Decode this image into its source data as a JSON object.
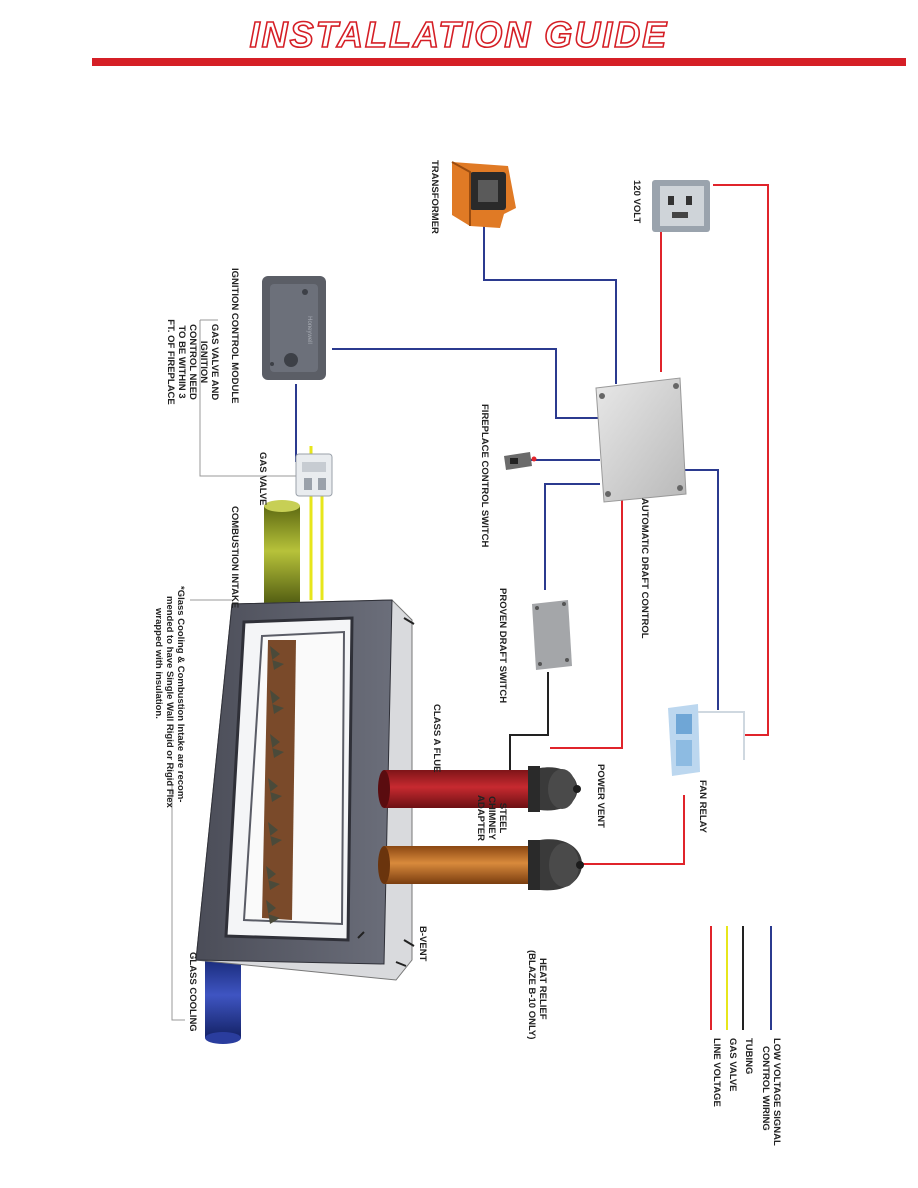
{
  "header": {
    "title": "INSTALLATION GUIDE"
  },
  "colors": {
    "brand_red": "#d51f26",
    "low_voltage": "#2b3a8f",
    "tubing": "#222222",
    "gas": "#e7e61b",
    "line_voltage": "#e0242b"
  },
  "labels": {
    "transformer": "TRANSFORMER",
    "volt120": "120 VOLT",
    "ignition_module": "IGNITION CONTROL MODULE",
    "gas_note": [
      "GAS VALVE AND",
      "IGNITION",
      "CONTROL NEED",
      "TO BE WITHIN 3",
      "FT. OF FIREPLACE"
    ],
    "gas_valve": "GAS VALVE",
    "fireplace_switch": "FIREPLACE CONTROL SWITCH",
    "draft_control": "AUTOMATIC DRAFT CONTROL",
    "combustion_intake": "COMBUSTION INTAKE",
    "glass_note": [
      "*Glass Cooling & Combustion Intake are recom-",
      "mended to have Single Wall Rigid or Rigid Flex",
      "wrapped with insulation."
    ],
    "proven_draft": "PROVEN DRAFT SWITCH",
    "class_a_flue": "CLASS A FLUE",
    "power_vent": "POWER VENT",
    "steel_adapter": [
      "STEEL",
      "CHIMNEY",
      "ADAPTER"
    ],
    "fan_relay": "FAN RELAY",
    "b_vent": "B-VENT",
    "heat_relief": [
      "HEAT RELIEF",
      "(BLAZE B-10 ONLY)"
    ],
    "glass_cooling": "GLASS COOLING",
    "module_brand": "Honeywell"
  },
  "legend": [
    {
      "label": [
        "LOW VOLTAGE SIGNAL",
        "CONTROL WIRING"
      ],
      "color": "#2b3a8f"
    },
    {
      "label": [
        "TUBING"
      ],
      "color": "#222222"
    },
    {
      "label": [
        "GAS VALVE"
      ],
      "color": "#e7e61b"
    },
    {
      "label": [
        "LINE VOLTAGE"
      ],
      "color": "#e0242b"
    }
  ]
}
